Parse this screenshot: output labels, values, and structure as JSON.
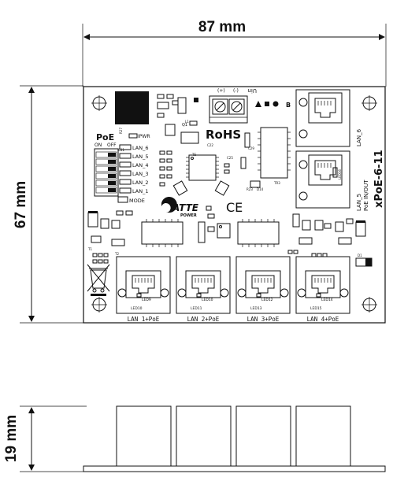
{
  "dimensions": {
    "width": "87 mm",
    "height": "67 mm",
    "depth": "19 mm"
  },
  "board": {
    "model": "xPoE-6-11",
    "rohs": "RoHS",
    "ce": "CE",
    "brand": "ATTE",
    "brand_sub": "POWER",
    "poe_title": "PoE",
    "poe_on": "ON",
    "poe_off": "OFF",
    "ipwr": "IPWR",
    "mode": "MODE",
    "vin": "Uin",
    "vin_minus": "(-)",
    "vin_plus": "(+)",
    "lan6": "LAN_6",
    "lan5_a": "LAN_5",
    "lan5_b": "PoE IN/OUT",
    "switch_labels": [
      "LAN_6",
      "LAN_5",
      "LAN_4",
      "LAN_3",
      "LAN_2",
      "LAN_1"
    ],
    "ports": [
      "LAN_1+PoE",
      "LAN_2+PoE",
      "LAN_3+PoE",
      "LAN_4+PoE"
    ],
    "port_leds": [
      {
        "top": "LED9",
        "bottom": "LED10"
      },
      {
        "top": "LED10",
        "bottom": "LED11"
      },
      {
        "top": "LED12",
        "bottom": "LED13"
      },
      {
        "top": "LED14",
        "bottom": "LED15"
      }
    ],
    "refs": {
      "r27": "R27",
      "c31": "C31",
      "c32": "C32",
      "q1": "Q1",
      "l1": "L1",
      "ts": "TS",
      "c22": "C22",
      "c25": "C25",
      "tr1": "TR1",
      "tr2": "TR2",
      "tr3": "TR3",
      "t1": "T1",
      "t2": "T2",
      "d1": "D1",
      "c29": "C29",
      "r23": "R23",
      "d14": "D14",
      "led16": "LED16",
      "led17": "LED17"
    }
  }
}
